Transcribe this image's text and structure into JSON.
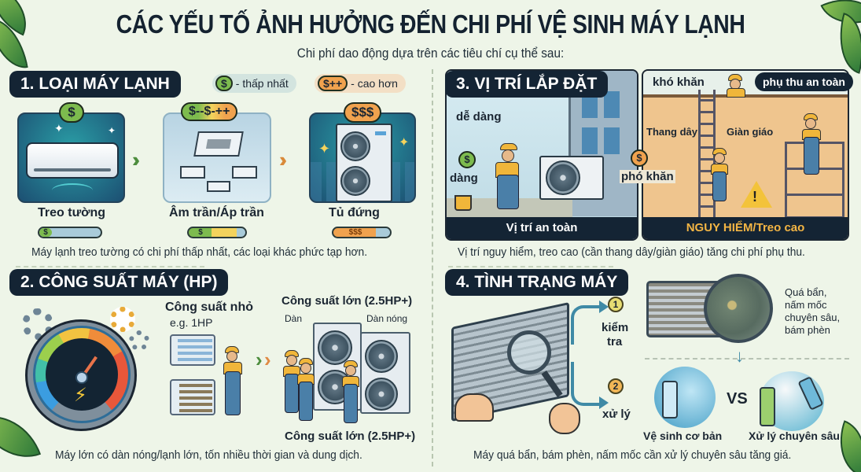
{
  "header": {
    "title": "CÁC YẾU TỐ ẢNH HƯỞNG ĐẾN CHI PHÍ VỆ SINH MÁY LẠNH",
    "subtitle": "Chi phí dao động dựa trên các tiêu chí cụ thể sau:"
  },
  "section1": {
    "title": "1. LOẠI MÁY LẠNH",
    "legend": [
      {
        "chip": "$",
        "text": "- thấp nhất",
        "color": "#7dbb4e"
      },
      {
        "chip": "$++",
        "text": "- cao hơn",
        "color": "#f0a24e"
      }
    ],
    "items": [
      {
        "name": "Treo tường",
        "badge": "$",
        "bar": "$"
      },
      {
        "name": "Âm trần/Áp trần",
        "badge": "$--$-++",
        "bar": "$"
      },
      {
        "name": "Tủ đứng",
        "badge": "$$$",
        "bar": "$$$"
      }
    ],
    "caption": "Máy lạnh treo tường có chi phí thấp nhất, các loại khác phức tạp hơn."
  },
  "section2": {
    "title": "2. CÔNG SUẤT MÁY (HP)",
    "small_label": "Công suất nhỏ",
    "small_example": "e.g. 1HP",
    "large_label_top": "Công suất lớn (2.5HP+)",
    "large_label_bottom": "Công suất lớn (2.5HP+)",
    "callout_left": "Dàn",
    "callout_right": "Dàn nóng",
    "caption": "Máy lớn có dàn nóng/lạnh lớn, tốn nhiều thời gian và dung dịch."
  },
  "section3": {
    "title": "3. VỊ TRÍ LẮP ĐẶT",
    "left": {
      "label_top": "dễ dàng",
      "label_coin": "dàng",
      "footer": "Vị trí an toàn"
    },
    "middle_label": "phó khăn",
    "right": {
      "label_top": "khó khăn",
      "pill": "phụ thu an toàn",
      "ladder": "Thang dây",
      "scaffold": "Giàn giáo",
      "footer": "NGUY HIỂM/Treo cao"
    },
    "caption": "Vị trí nguy hiểm, treo cao (cần thang dây/giàn giáo) tăng chi phí phụ thu."
  },
  "section4": {
    "title": "4. TÌNH TRẠNG MÁY",
    "step1_num": "1",
    "step1_label_a": "kiểm",
    "step1_label_b": "tra",
    "step2_num": "2",
    "step2_label": "xử lý",
    "dirt_notes": [
      "Quá bẩn,",
      "nấm mốc",
      "chuyên sâu,",
      "bám phèn"
    ],
    "vs": "VS",
    "basic": "Vệ sinh cơ bản",
    "deep": "Xử lý chuyên sâu",
    "caption": "Máy quá bẩn, bám phèn, nấm mốc cần xử lý chuyên sâu tăng giá."
  },
  "colors": {
    "background": "#eef5e8",
    "header_pill": "#142434",
    "price_low": "#7dbb4e",
    "price_mid": "#f3d35c",
    "price_high": "#f0a24e",
    "danger_text": "#f3b544"
  }
}
